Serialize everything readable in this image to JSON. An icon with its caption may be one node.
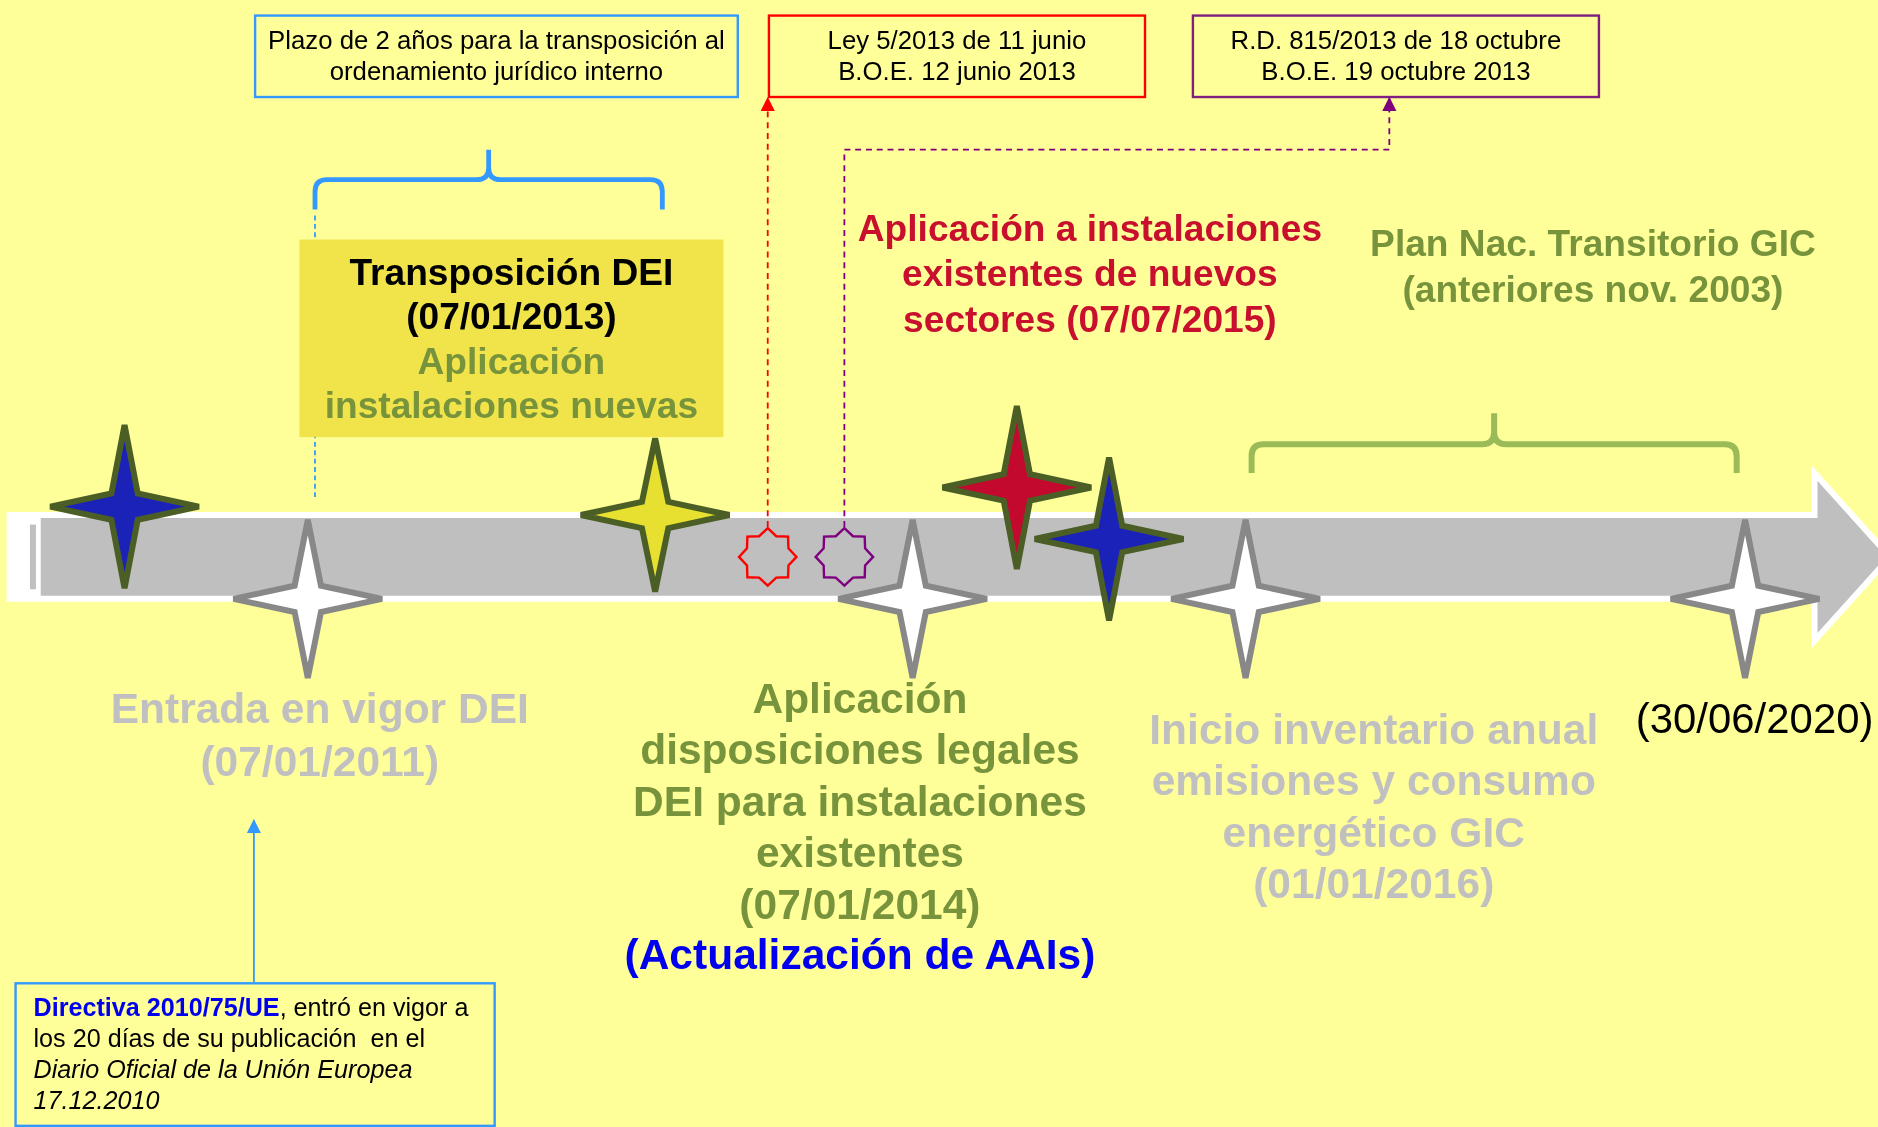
{
  "diagram": {
    "nodes": [
      {
        "text": [
          "Plazo de 2 años para la transposición al ordenamiento jurídico interno"
        ]
      },
      {
        "text": [
          "Ley 5/2013 de 11 junio",
          "B.O.E. 12 junio 2013"
        ]
      },
      {
        "text": [
          "R.D. 815/2013 de 18 octubre",
          "B.O.E. 19 octubre 2013"
        ]
      },
      {
        "text": [
          "Transposición DEI (07/01/2013)",
          "Aplicación instalaciones nuevas"
        ]
      },
      {
        "text": [],
        "shape": "star"
      },
      {
        "text": [],
        "shape": "star"
      },
      {
        "text": [
          "Entrada en vigor DEI (07/01/2011)"
        ]
      },
      {
        "text": [
          "**Directiva 2010/75/UE**, entró en vigor a los 20 días de su publicación  en el *Diario Oficial de la Unión Europea 17.12.2010*"
        ]
      }
    ],
    "edges": [
      {
        "from": 4,
        "to": 1,
        "arrow": "to",
        "style": "dashed",
        "color": "#ff0000"
      },
      {
        "from": 5,
        "to": 2,
        "arrow": "to",
        "style": "dashed",
        "color": "#7f007f"
      },
      {
        "from": 7,
        "to": 6,
        "arrow": "to",
        "color": "#3399ff"
      }
    ],
    "labels": [
      "Aplicación a instalaciones existentes de nuevos sectores (07/07/2015)",
      "Plan Nac. Transitorio GIC (anteriores nov. 2003)",
      "Aplicación disposiciones legales DEI para instalaciones existentes (07/01/2014)",
      "(Actualización de AAIs)",
      "Inicio inventario anual emisiones y consumo energético GIC (01/01/2016)",
      "(30/06/2020)"
    ]
  }
}
